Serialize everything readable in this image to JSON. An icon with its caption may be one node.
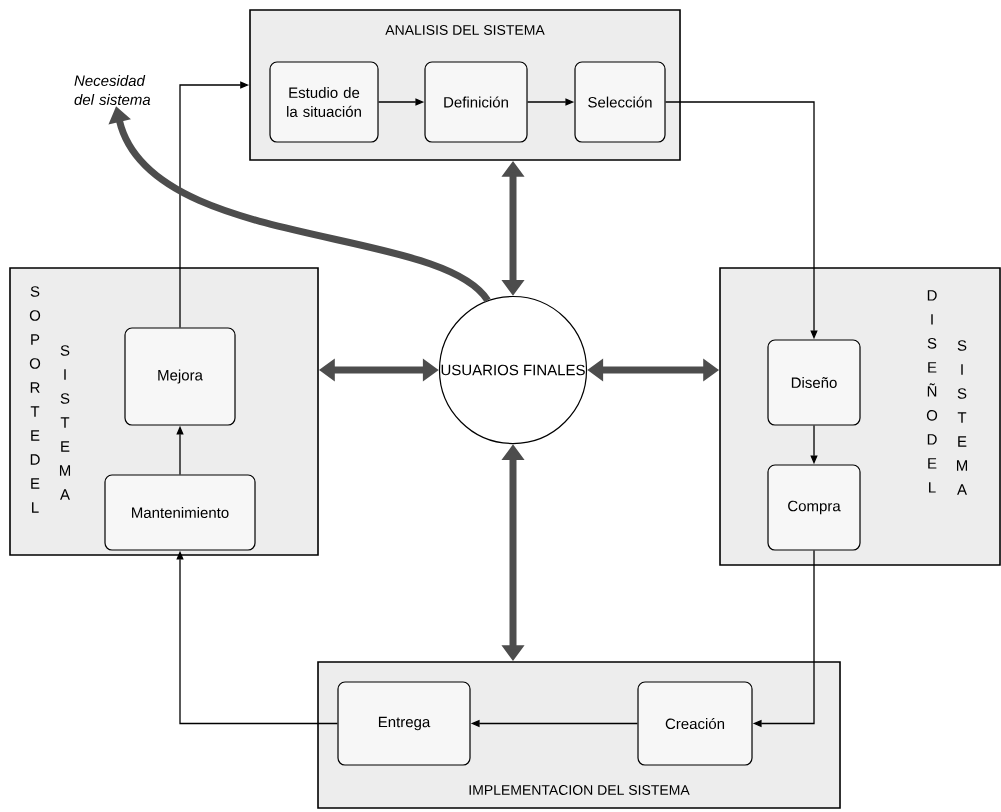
{
  "diagram": {
    "nodes": [
      {
        "text": [
          "ANALISIS DEL SISTEMA"
        ]
      },
      {
        "text": [
          "Estudio de la situación"
        ],
        "in": 0
      },
      {
        "text": [
          "Definición"
        ],
        "in": 0
      },
      {
        "text": [
          "Selección"
        ],
        "in": 0
      },
      {
        "text": [
          "SOPORTE DEL",
          "SISTEMA"
        ]
      },
      {
        "text": [
          "Mejora"
        ],
        "in": 4
      },
      {
        "text": [
          "Mantenimiento"
        ],
        "in": 4
      },
      {
        "text": [
          "USUARIOS FINALES"
        ]
      },
      {
        "text": [
          "DISEÑO DEL",
          "SISTEMA"
        ]
      },
      {
        "text": [
          "Diseño"
        ],
        "in": 8
      },
      {
        "text": [
          "Compra"
        ],
        "in": 8
      },
      {
        "text": [
          "IMPLEMENTACION DEL SISTEMA"
        ]
      },
      {
        "text": [
          "Entrega"
        ],
        "in": 11
      },
      {
        "text": [
          "Creación"
        ],
        "in": 11
      },
      {
        "text": [
          "Necesidad del sistema"
        ]
      }
    ],
    "edges": [
      {
        "from": 1,
        "to": 2,
        "arrow": "to"
      },
      {
        "from": 2,
        "to": 3,
        "arrow": "to"
      },
      {
        "from": 3,
        "to": 9,
        "arrow": "to"
      },
      {
        "from": 9,
        "to": 10,
        "arrow": "to"
      },
      {
        "from": 10,
        "to": 13,
        "arrow": "to"
      },
      {
        "from": 13,
        "to": 12,
        "arrow": "to"
      },
      {
        "from": 12,
        "to": 6,
        "arrow": "to"
      },
      {
        "from": 6,
        "to": 5,
        "arrow": "to"
      },
      {
        "from": 5,
        "to": 0,
        "arrow": "to"
      },
      {
        "from": 7,
        "to": 0,
        "arrow": "both",
        "style": "thick",
        "color": "#4d4d4d"
      },
      {
        "from": 7,
        "to": 4,
        "arrow": "both",
        "style": "thick",
        "color": "#4d4d4d"
      },
      {
        "from": 7,
        "to": 8,
        "arrow": "both",
        "style": "thick",
        "color": "#4d4d4d"
      },
      {
        "from": 7,
        "to": 11,
        "arrow": "both",
        "style": "thick",
        "color": "#4d4d4d"
      },
      {
        "from": 7,
        "to": 14,
        "arrow": "to",
        "style": "thick",
        "color": "#4d4d4d"
      }
    ]
  }
}
